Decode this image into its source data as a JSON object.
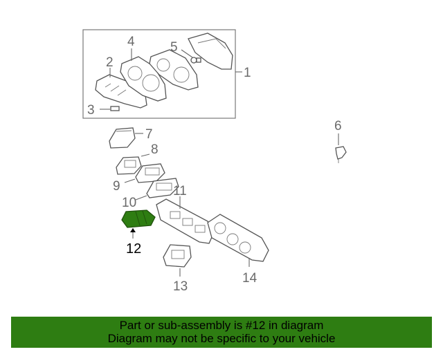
{
  "diagram": {
    "callouts": [
      {
        "id": "1",
        "label": "1"
      },
      {
        "id": "2",
        "label": "2"
      },
      {
        "id": "3",
        "label": "3"
      },
      {
        "id": "4",
        "label": "4"
      },
      {
        "id": "5",
        "label": "5"
      },
      {
        "id": "6",
        "label": "6"
      },
      {
        "id": "7",
        "label": "7"
      },
      {
        "id": "8",
        "label": "8"
      },
      {
        "id": "9",
        "label": "9"
      },
      {
        "id": "10",
        "label": "10"
      },
      {
        "id": "11",
        "label": "11"
      },
      {
        "id": "12",
        "label": "12"
      },
      {
        "id": "13",
        "label": "13"
      },
      {
        "id": "14",
        "label": "14"
      }
    ],
    "highlighted_part": "12",
    "highlight_color": "#2e7d12"
  },
  "footer": {
    "line1": "Part or sub-assembly is #12 in diagram",
    "line2": "Diagram may not be specific to your vehicle",
    "background_color": "#2e7d12"
  }
}
